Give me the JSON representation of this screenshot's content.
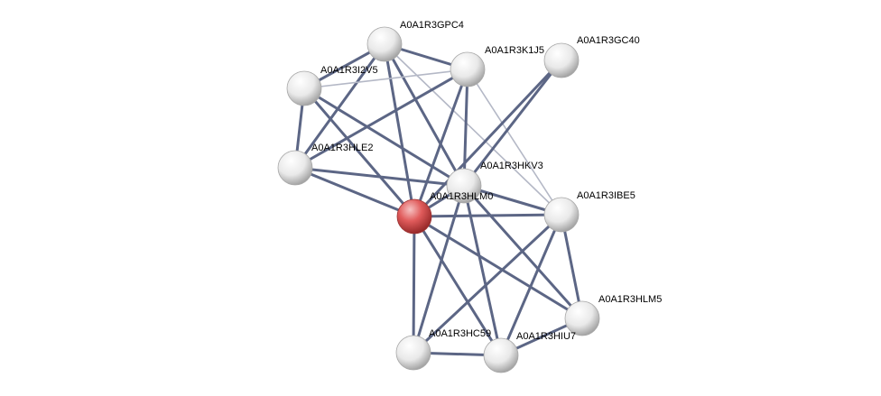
{
  "network": {
    "nodes": [
      {
        "id": "A0A1R3GPC4",
        "label": "A0A1R3GPC4",
        "color": "white"
      },
      {
        "id": "A0A1R3K1J5",
        "label": "A0A1R3K1J5",
        "color": "white"
      },
      {
        "id": "A0A1R3GC40",
        "label": "A0A1R3GC40",
        "color": "white"
      },
      {
        "id": "A0A1R3I2V5",
        "label": "A0A1R3I2V5",
        "color": "white"
      },
      {
        "id": "A0A1R3HLE2",
        "label": "A0A1R3HLE2",
        "color": "white"
      },
      {
        "id": "A0A1R3HKV3",
        "label": "A0A1R3HKV3",
        "color": "white"
      },
      {
        "id": "A0A1R3HLM0",
        "label": "A0A1R3HLM0",
        "color": "red"
      },
      {
        "id": "A0A1R3IBE5",
        "label": "A0A1R3IBE5",
        "color": "white"
      },
      {
        "id": "A0A1R3HLM5",
        "label": "A0A1R3HLM5",
        "color": "white"
      },
      {
        "id": "A0A1R3HC59",
        "label": "A0A1R3HC59",
        "color": "white"
      },
      {
        "id": "A0A1R3HIU7",
        "label": "A0A1R3HIU7",
        "color": "white"
      }
    ],
    "edges": [
      {
        "source": "A0A1R3GPC4",
        "target": "A0A1R3K1J5",
        "strength": "strong"
      },
      {
        "source": "A0A1R3GPC4",
        "target": "A0A1R3I2V5",
        "strength": "strong"
      },
      {
        "source": "A0A1R3GPC4",
        "target": "A0A1R3HLE2",
        "strength": "strong"
      },
      {
        "source": "A0A1R3GPC4",
        "target": "A0A1R3HLM0",
        "strength": "strong"
      },
      {
        "source": "A0A1R3GPC4",
        "target": "A0A1R3HKV3",
        "strength": "strong"
      },
      {
        "source": "A0A1R3GPC4",
        "target": "A0A1R3IBE5",
        "strength": "weak"
      },
      {
        "source": "A0A1R3I2V5",
        "target": "A0A1R3K1J5",
        "strength": "weak"
      },
      {
        "source": "A0A1R3I2V5",
        "target": "A0A1R3HLE2",
        "strength": "strong"
      },
      {
        "source": "A0A1R3I2V5",
        "target": "A0A1R3HLM0",
        "strength": "strong"
      },
      {
        "source": "A0A1R3I2V5",
        "target": "A0A1R3HKV3",
        "strength": "strong"
      },
      {
        "source": "A0A1R3K1J5",
        "target": "A0A1R3HLE2",
        "strength": "strong"
      },
      {
        "source": "A0A1R3K1J5",
        "target": "A0A1R3HLM0",
        "strength": "strong"
      },
      {
        "source": "A0A1R3K1J5",
        "target": "A0A1R3HKV3",
        "strength": "strong"
      },
      {
        "source": "A0A1R3K1J5",
        "target": "A0A1R3IBE5",
        "strength": "weak"
      },
      {
        "source": "A0A1R3GC40",
        "target": "A0A1R3HKV3",
        "strength": "strong"
      },
      {
        "source": "A0A1R3GC40",
        "target": "A0A1R3HLM0",
        "strength": "strong"
      },
      {
        "source": "A0A1R3HLE2",
        "target": "A0A1R3HLM0",
        "strength": "strong"
      },
      {
        "source": "A0A1R3HLE2",
        "target": "A0A1R3HKV3",
        "strength": "strong"
      },
      {
        "source": "A0A1R3HKV3",
        "target": "A0A1R3HLM0",
        "strength": "strong"
      },
      {
        "source": "A0A1R3HKV3",
        "target": "A0A1R3IBE5",
        "strength": "strong"
      },
      {
        "source": "A0A1R3HKV3",
        "target": "A0A1R3HC59",
        "strength": "strong"
      },
      {
        "source": "A0A1R3HKV3",
        "target": "A0A1R3HIU7",
        "strength": "strong"
      },
      {
        "source": "A0A1R3HKV3",
        "target": "A0A1R3HLM5",
        "strength": "strong"
      },
      {
        "source": "A0A1R3HLM0",
        "target": "A0A1R3IBE5",
        "strength": "strong"
      },
      {
        "source": "A0A1R3HLM0",
        "target": "A0A1R3HLM5",
        "strength": "strong"
      },
      {
        "source": "A0A1R3HLM0",
        "target": "A0A1R3HC59",
        "strength": "strong"
      },
      {
        "source": "A0A1R3HLM0",
        "target": "A0A1R3HIU7",
        "strength": "strong"
      },
      {
        "source": "A0A1R3IBE5",
        "target": "A0A1R3HLM5",
        "strength": "strong"
      },
      {
        "source": "A0A1R3IBE5",
        "target": "A0A1R3HC59",
        "strength": "strong"
      },
      {
        "source": "A0A1R3IBE5",
        "target": "A0A1R3HIU7",
        "strength": "strong"
      },
      {
        "source": "A0A1R3HLM5",
        "target": "A0A1R3HIU7",
        "strength": "strong"
      },
      {
        "source": "A0A1R3HC59",
        "target": "A0A1R3HIU7",
        "strength": "strong"
      }
    ],
    "colors": {
      "edge_strong": "#5c6685",
      "edge_weak": "#b4b8c6",
      "node_white": "#f2f2f2",
      "node_red": "#d9534f"
    }
  }
}
